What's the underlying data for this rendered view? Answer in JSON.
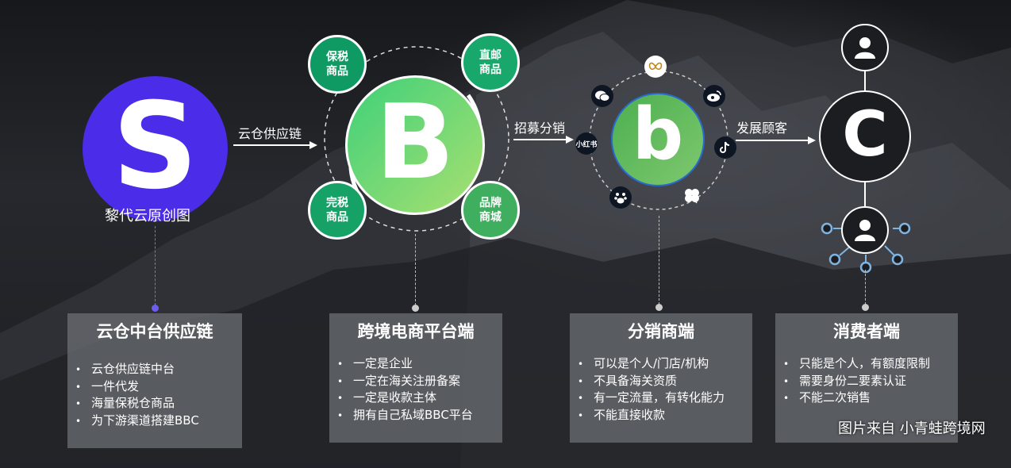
{
  "nodes": {
    "s": {
      "letter": "S",
      "caption": "黎代云原创图",
      "color": "#4b2ce8"
    },
    "b": {
      "letter": "B",
      "satellites": [
        "保税\n商品",
        "直邮\n商品",
        "完税\n商品",
        "品牌\n商城"
      ]
    },
    "b_small": {
      "letter": "b",
      "channels": [
        "wechat-icon",
        "butterfly-icon",
        "weibo-icon",
        "xiaohongshu-icon",
        "tiktok-icon",
        "baidu-icon",
        "clover-icon"
      ],
      "xiaohongshu_label": "小红书"
    },
    "c": {
      "letter": "C"
    }
  },
  "arrows": {
    "s_to_b": "云仓供应链",
    "b_to_b": "招募分销",
    "b_to_c": "发展顾客"
  },
  "panels": [
    {
      "title": "云仓中台供应链",
      "items": [
        "云仓供应链中台",
        "一件代发",
        "海量保税仓商品",
        "为下游渠道搭建BBC"
      ]
    },
    {
      "title": "跨境电商平台端",
      "items": [
        "一定是企业",
        "一定在海关注册备案",
        "一定是收款主体",
        "拥有自己私域BBC平台"
      ]
    },
    {
      "title": "分销商端",
      "items": [
        "可以是个人/门店/机构",
        "不具备海关资质",
        "有一定流量，有转化能力",
        "不能直接收款"
      ]
    },
    {
      "title": "消费者端",
      "items": [
        "只能是个人，有额度限制",
        "需要身份二要素认证",
        "不能二次销售"
      ]
    }
  ],
  "watermark": "图片来自 小青蛙跨境网"
}
